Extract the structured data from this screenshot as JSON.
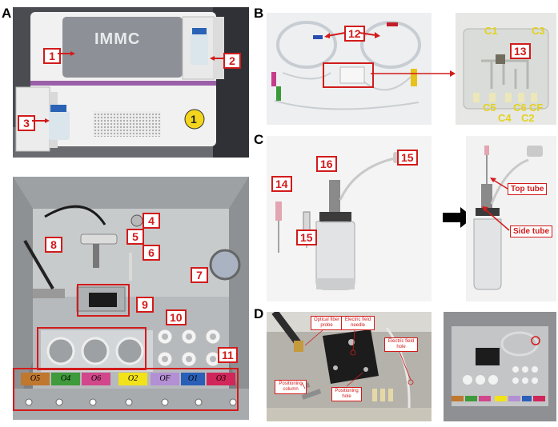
{
  "panels": {
    "a": "A",
    "b": "B",
    "c": "C",
    "d": "D"
  },
  "panel_a": {
    "brand_text": "IMMC",
    "callouts": [
      "1",
      "2",
      "3",
      "4",
      "5",
      "6",
      "7",
      "8",
      "9",
      "10",
      "11"
    ],
    "sticker": "1",
    "channel_labels": [
      "O5",
      "O4",
      "O6",
      "O2",
      "OF",
      "O1",
      "O3"
    ],
    "channel_colors": [
      "#c0772e",
      "#3e9a3a",
      "#d2478b",
      "#f2e219",
      "#b38fd4",
      "#2a5fb8",
      "#d1265a"
    ]
  },
  "panel_b": {
    "callouts": [
      "12",
      "13"
    ],
    "chip_ports": [
      "C1",
      "C3",
      "C5",
      "C4",
      "C6",
      "C2",
      "CF"
    ]
  },
  "panel_c": {
    "callouts": [
      "14",
      "15",
      "16",
      "15"
    ],
    "tube_labels": {
      "top": "Top tube",
      "side": "Side tube"
    }
  },
  "panel_d": {
    "annotations": {
      "optical_probe": "Optical fiber probe",
      "field_needle": "Electric field needle",
      "field_hole": "Electric field hole",
      "positioning_column": "Positioning column",
      "positioning_hole": "Positioning hole"
    }
  }
}
